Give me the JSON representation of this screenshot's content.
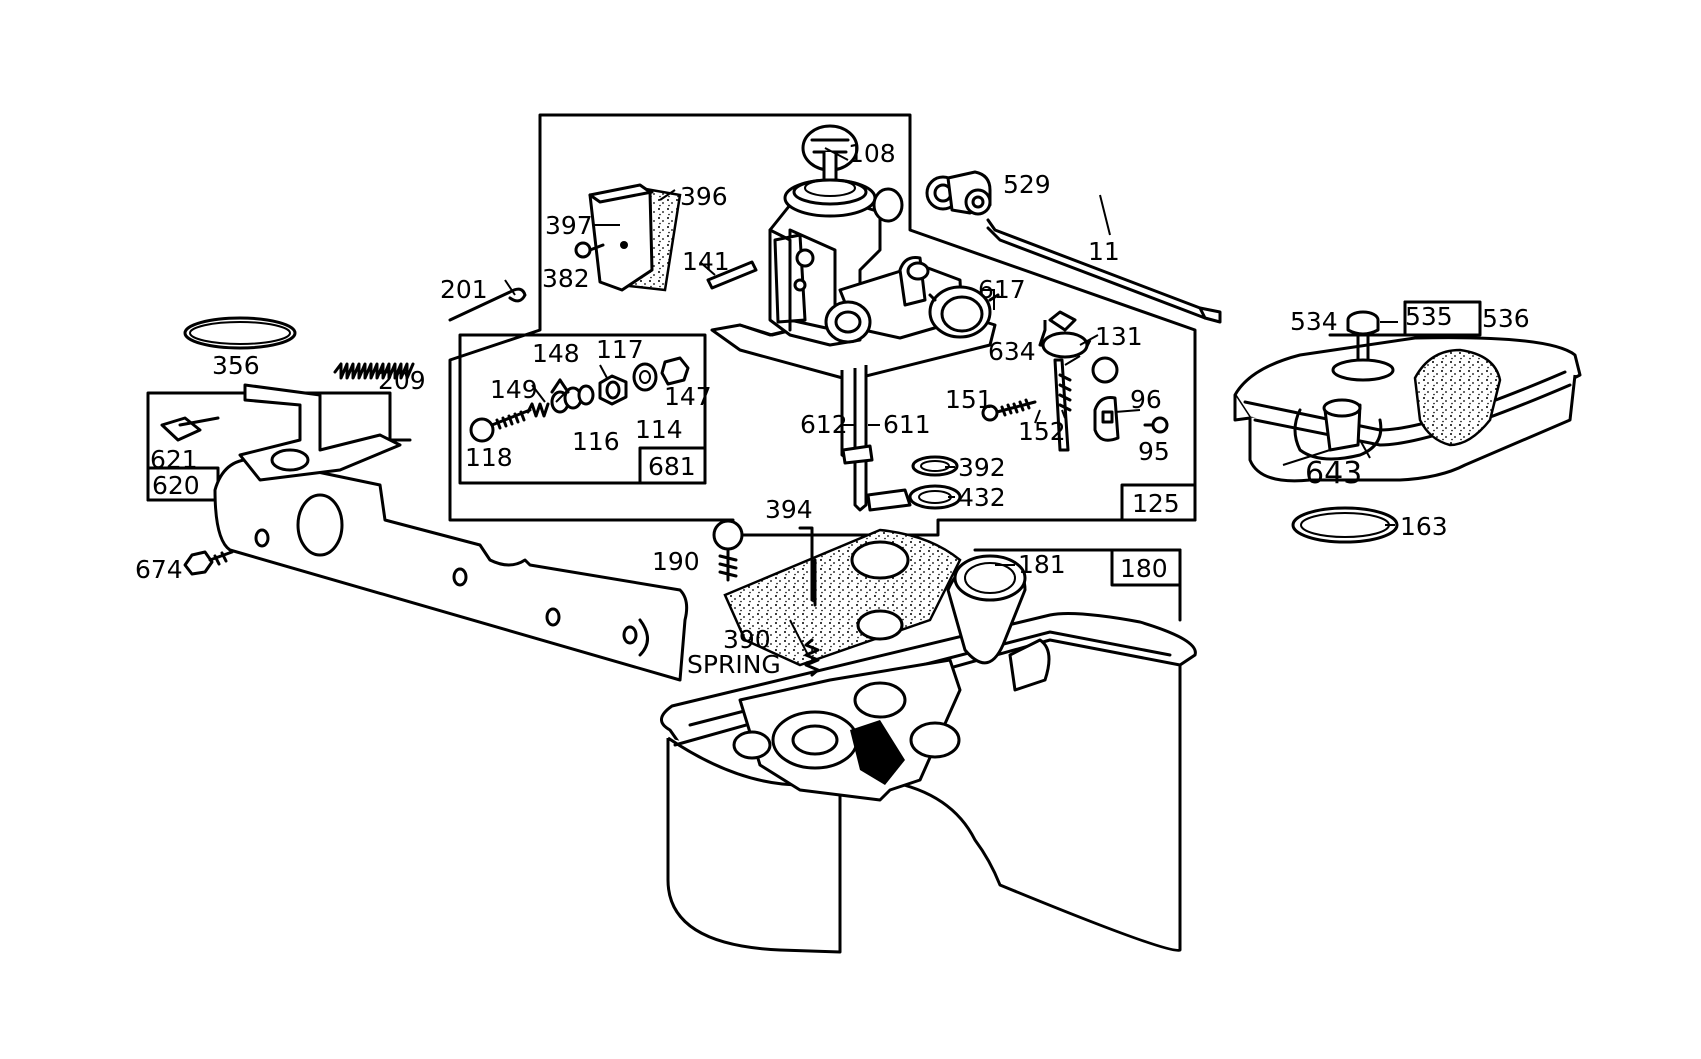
{
  "diagram": {
    "labels": {
      "l11": "11",
      "l95": "95",
      "l96": "96",
      "l108": "108",
      "l114": "114",
      "l116": "116",
      "l117": "117",
      "l118": "118",
      "l125": "125",
      "l131": "131",
      "l141": "141",
      "l147": "147",
      "l148": "148",
      "l149": "149",
      "l151": "151",
      "l152": "152",
      "l163": "163",
      "l180": "180",
      "l181": "181",
      "l190": "190",
      "l201": "201",
      "l209": "209",
      "l356": "356",
      "l382": "382",
      "l390": "390",
      "spring": "SPRING",
      "l392": "392",
      "l394": "394",
      "l396": "396",
      "l397": "397",
      "l432": "432",
      "l529": "529",
      "l534": "534",
      "l535": "535",
      "l536": "536",
      "l611": "611",
      "l612": "612",
      "l617": "617",
      "l620": "620",
      "l621": "621",
      "l634": "634",
      "l643": "643",
      "l674": "674",
      "l681": "681"
    }
  }
}
